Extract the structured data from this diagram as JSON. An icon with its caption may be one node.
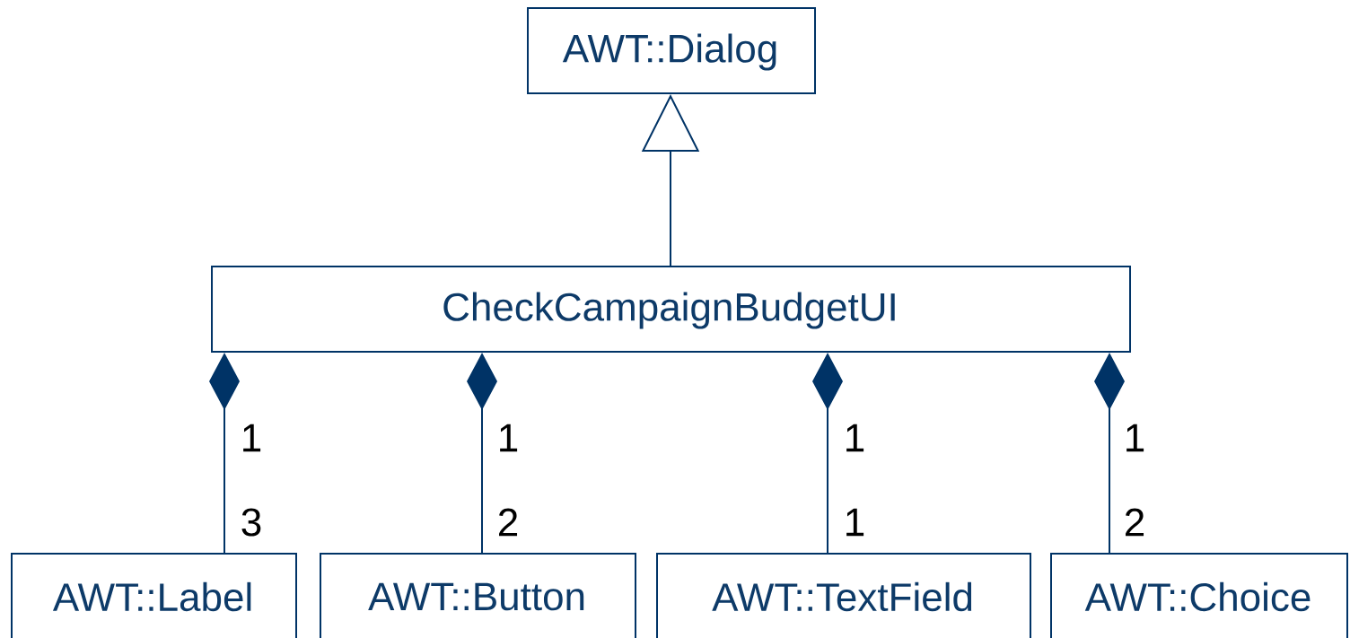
{
  "diagram": {
    "nodes": [
      {
        "text": [
          "AWT::Dialog"
        ]
      },
      {
        "text": [
          "CheckCampaignBudgetUI"
        ]
      },
      {
        "text": [
          "AWT::Label"
        ]
      },
      {
        "text": [
          "AWT::Button"
        ]
      },
      {
        "text": [
          "AWT::TextField"
        ]
      },
      {
        "text": [
          "AWT::Choice"
        ]
      }
    ],
    "edges": [
      {
        "from": 1,
        "to": 0,
        "arrow": "to"
      },
      {
        "from": 1,
        "to": 2,
        "arrow": "other"
      },
      {
        "from": 1,
        "to": 3,
        "arrow": "other"
      },
      {
        "from": 1,
        "to": 4,
        "arrow": "other"
      },
      {
        "from": 1,
        "to": 5,
        "arrow": "other"
      }
    ],
    "labels": [
      "1",
      "1",
      "1",
      "1",
      "3",
      "2",
      "1",
      "2"
    ]
  }
}
